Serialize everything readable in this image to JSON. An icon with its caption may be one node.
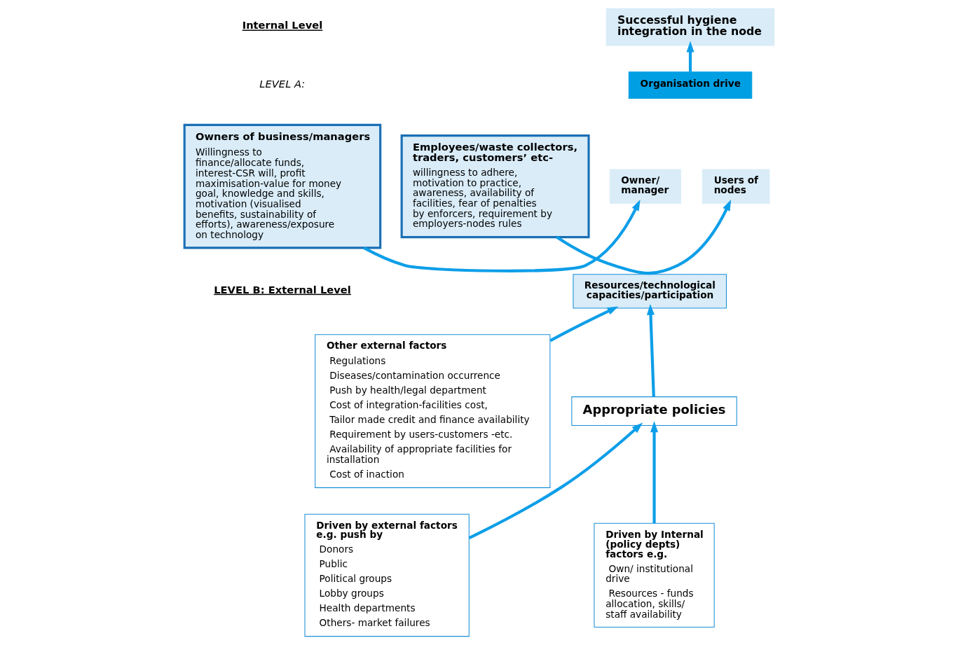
{
  "diagram": {
    "nodes": [
      {
        "text": [
          "Successful hygiene integration in the node"
        ]
      },
      {
        "text": [
          "Organisation drive"
        ]
      },
      {
        "text": [
          "Owner/ manager"
        ]
      },
      {
        "text": [
          "Users of nodes"
        ]
      },
      {
        "text": [
          "Resources/technological capacities/participation"
        ]
      },
      {
        "text": [
          "Owners of business/managers",
          "Willingness to finance/allocate funds, interest-CSR will, profit maximisation-value for money goal, knowledge and skills, motivation (visualised benefits, sustainability of efforts), awareness/exposure on technology"
        ]
      },
      {
        "text": [
          "Employees/waste collectors, traders, customers’ etc-",
          "willingness to adhere, motivation to practice, awareness, availability of facilities, fear of penalties by enforcers, requirement by employers-nodes rules"
        ]
      },
      {
        "text": [
          "Appropriate policies"
        ]
      },
      {
        "text": [
          "Driven by external factors e.g. push by",
          "Donors",
          "Public",
          "Political groups",
          "Lobby groups",
          "Health departments",
          "Others- market failures"
        ]
      },
      {
        "text": [
          "Driven by Internal (policy depts) factors e.g.",
          "Own/ institutional drive",
          "Resources - funds allocation, skills/ staff availability"
        ]
      },
      {
        "text": [
          "Other external factors",
          "Regulations",
          "Diseases/contamination occurrence",
          "Push by health/legal department",
          "Cost of integration-facilities cost,",
          "Tailor made credit and finance availability",
          "Requirement by users-customers -etc.",
          "Availability of appropriate facilities for installation",
          "Cost of inaction"
        ]
      }
    ],
    "edges": [
      {
        "from": 1,
        "to": 0,
        "arrow": "to"
      },
      {
        "from": 5,
        "to": 2,
        "arrow": "to"
      },
      {
        "from": 6,
        "to": 3,
        "arrow": "to"
      },
      {
        "from": 7,
        "to": 4,
        "arrow": "to"
      },
      {
        "from": 10,
        "to": 4,
        "arrow": "to"
      },
      {
        "from": 8,
        "to": 7,
        "arrow": "to"
      },
      {
        "from": 9,
        "to": 7,
        "arrow": "to"
      }
    ],
    "labels": [
      "Internal Level",
      "LEVEL A:",
      "LEVEL B: External Level"
    ]
  }
}
